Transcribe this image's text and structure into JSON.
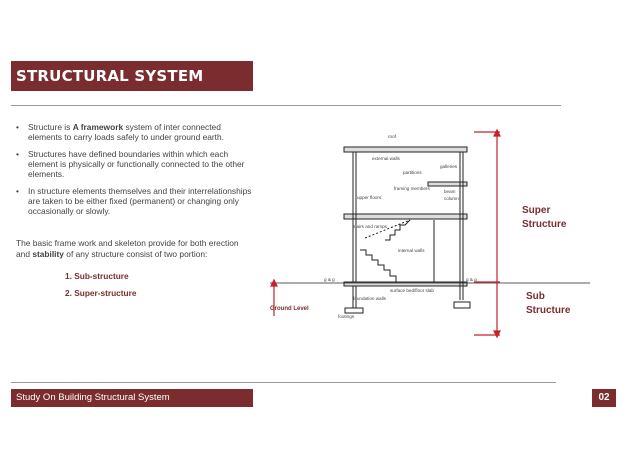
{
  "header": {
    "title": "STRUCTURAL SYSTEM"
  },
  "bullets": [
    {
      "pre": "Structure is ",
      "bold": "A framework ",
      "post": " system of inter connected elements to carry loads safely to under ground earth."
    },
    {
      "text": "Structures have defined boundaries within which each element is physically or functionally connected to the other elements."
    },
    {
      "text": "In structure elements themselves and their interrelationships are taken to be either fixed (permanent) or changing only occasionally or slowly."
    }
  ],
  "paragraph": {
    "pre": "The basic frame work and skeleton provide for both erection and ",
    "bold": "stability",
    "post": " of any structure consist of two portion:"
  },
  "portions": [
    "1. Sub-structure",
    "2. Super-structure"
  ],
  "diagram": {
    "labels": {
      "roof": "roof",
      "external_walls": "external walls",
      "partitions": "partitions",
      "galleries": "galleries",
      "framing_members": "framing members",
      "beam": "beam",
      "upper_floors": "upper floors",
      "column": "column",
      "stairs_ramps": "stairs and ramps",
      "internal_walls": "internal walls",
      "surface_bed": "surface bed/floor slab",
      "foundation_walls": "foundation walls",
      "footings": "footings",
      "ground_left": "g & g",
      "ground_right": "g & g"
    },
    "super_line1": "Super",
    "super_line2": "Structure",
    "sub_line1": "Sub",
    "sub_line2": "Structure",
    "ground_level": "Ground Level"
  },
  "footer": {
    "text": "Study On Building Structural System",
    "page": "02"
  }
}
